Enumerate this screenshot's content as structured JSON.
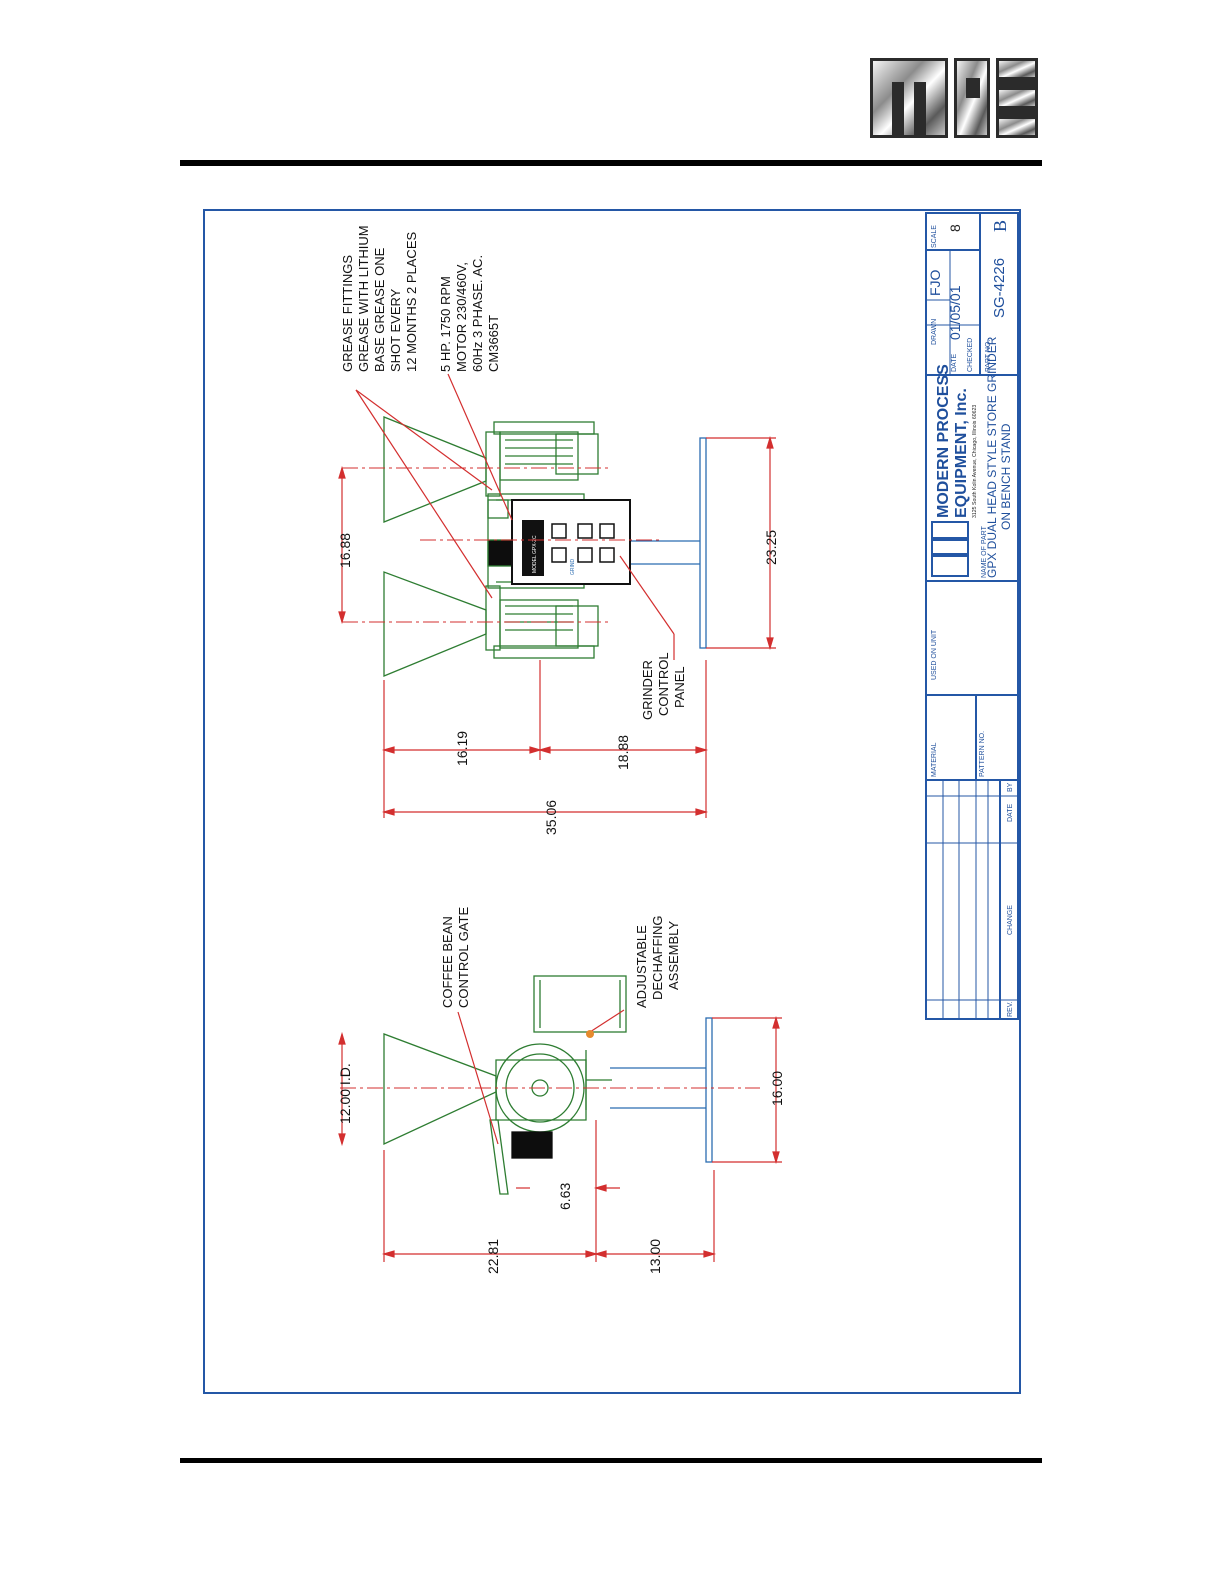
{
  "header": {
    "logo_text": "MPE"
  },
  "drawing": {
    "grease_note": [
      "GREASE FITTINGS",
      "GREASE WITH LITHIUM",
      "BASE GREASE ONE",
      "SHOT EVERY",
      "12 MONTHS 2 PLACES"
    ],
    "motor_note": [
      "5 HP. 1750 RPM",
      "MOTOR 230/460V,",
      "60Hz 3 PHASE. AC.",
      "CM3665T"
    ],
    "panel_label": [
      "GRINDER",
      "CONTROL",
      "PANEL"
    ],
    "gate_label": [
      "COFFEE BEAN",
      "CONTROL GATE"
    ],
    "dechaff_label": [
      "ADJUSTABLE",
      "DECHAFFING",
      "ASSEMBLY"
    ],
    "dims": {
      "d16_88": "16.88",
      "d23_25": "23.25",
      "d16_19": "16.19",
      "d18_88": "18.88",
      "d35_06": "35.06",
      "d12_00": "12.00 I.D.",
      "d16_00": "16.00",
      "d6_63": "6.63",
      "d22_81": "22.81",
      "d13_00": "13.00"
    },
    "panel_plate": "MODEL GPX-2C",
    "panel_buttons": "GRIND"
  },
  "title_block": {
    "scale_label": "SCALE",
    "scale_value": "8",
    "rev_value": "B",
    "drawn_label": "DRAWN",
    "drawn_value": "FJO",
    "date_label": "DATE",
    "date_value": "01/05/01",
    "checked_label": "CHECKED",
    "part_no_label": "PART NO.",
    "part_no_value": "SG-4226",
    "company_line1": "MODERN PROCESS",
    "company_line2": "EQUIPMENT, Inc.",
    "company_address": "3125 South Kolin Avenue, Chicago, Illinois 60623",
    "name_of_part_label": "NAME OF PART",
    "name_line1": "GPX DUAL HEAD STYLE STORE GRINDER",
    "name_line2": "ON BENCH STAND",
    "used_on_label": "USED ON UNIT",
    "material_label": "MATERIAL",
    "pattern_label": "PATTERN NO.",
    "rev_label": "REV.",
    "change_label": "CHANGE",
    "date_col_label": "DATE",
    "by_label": "BY"
  }
}
